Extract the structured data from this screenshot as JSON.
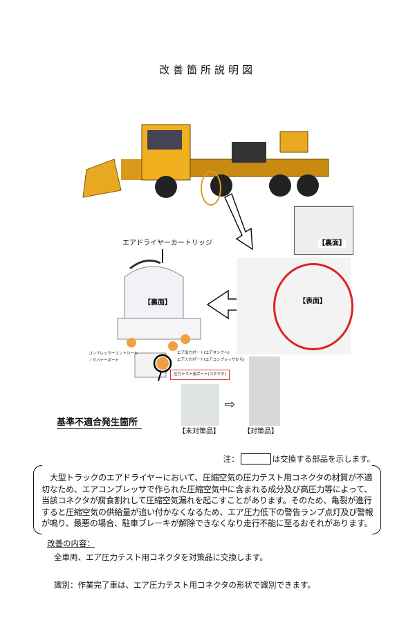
{
  "title": "改善箇所説明図",
  "diagram": {
    "cartridge_label": "エアドライヤーカートリッジ",
    "back_side_label": "【裏面】",
    "inset_back_label": "【裏面】",
    "front_side_label": "【表面】",
    "compressor_port_label_1": "コンプレッサーコントロール",
    "compressor_port_label_2": "／ガバナーポート",
    "air_out_port_label": "エア出力ポート(エアタンクへ)",
    "air_in_port_label": "エア入力ポート(エアコンプレッサから)",
    "test_port_label": "圧力テスト用ポート(コネクタ)",
    "defect_location_label": "基準不適合発生箇所",
    "old_part_caption": "【未対策品】",
    "new_part_caption": "【対策品】"
  },
  "note": {
    "prefix": "注：",
    "suffix": "は交換する部品を示します。"
  },
  "description": "大型トラックのエアドライヤーにおいて、圧縮空気の圧力テスト用コネクタの材質が不適切なため、エアコンプレッサで作られた圧縮空気中に含まれる成分及び高圧力等によって、当該コネクタが腐食割れして圧縮空気漏れを起こすことがあります。そのため、亀裂が進行すると圧縮空気の供給量が追い付かなくなるため、エア圧力低下の警告ランプ点灯及び警報が鳴り、最悪の場合、駐車ブレーキが解除できなくなり走行不能に至るおそれがあります。",
  "improvement": {
    "heading": "改善の内容：",
    "body": "全車両、エア圧力テスト用コネクタを対策品に交換します。"
  },
  "identification": "識別：作業完了車は、エア圧力テスト用コネクタの形状で識別できます。"
}
